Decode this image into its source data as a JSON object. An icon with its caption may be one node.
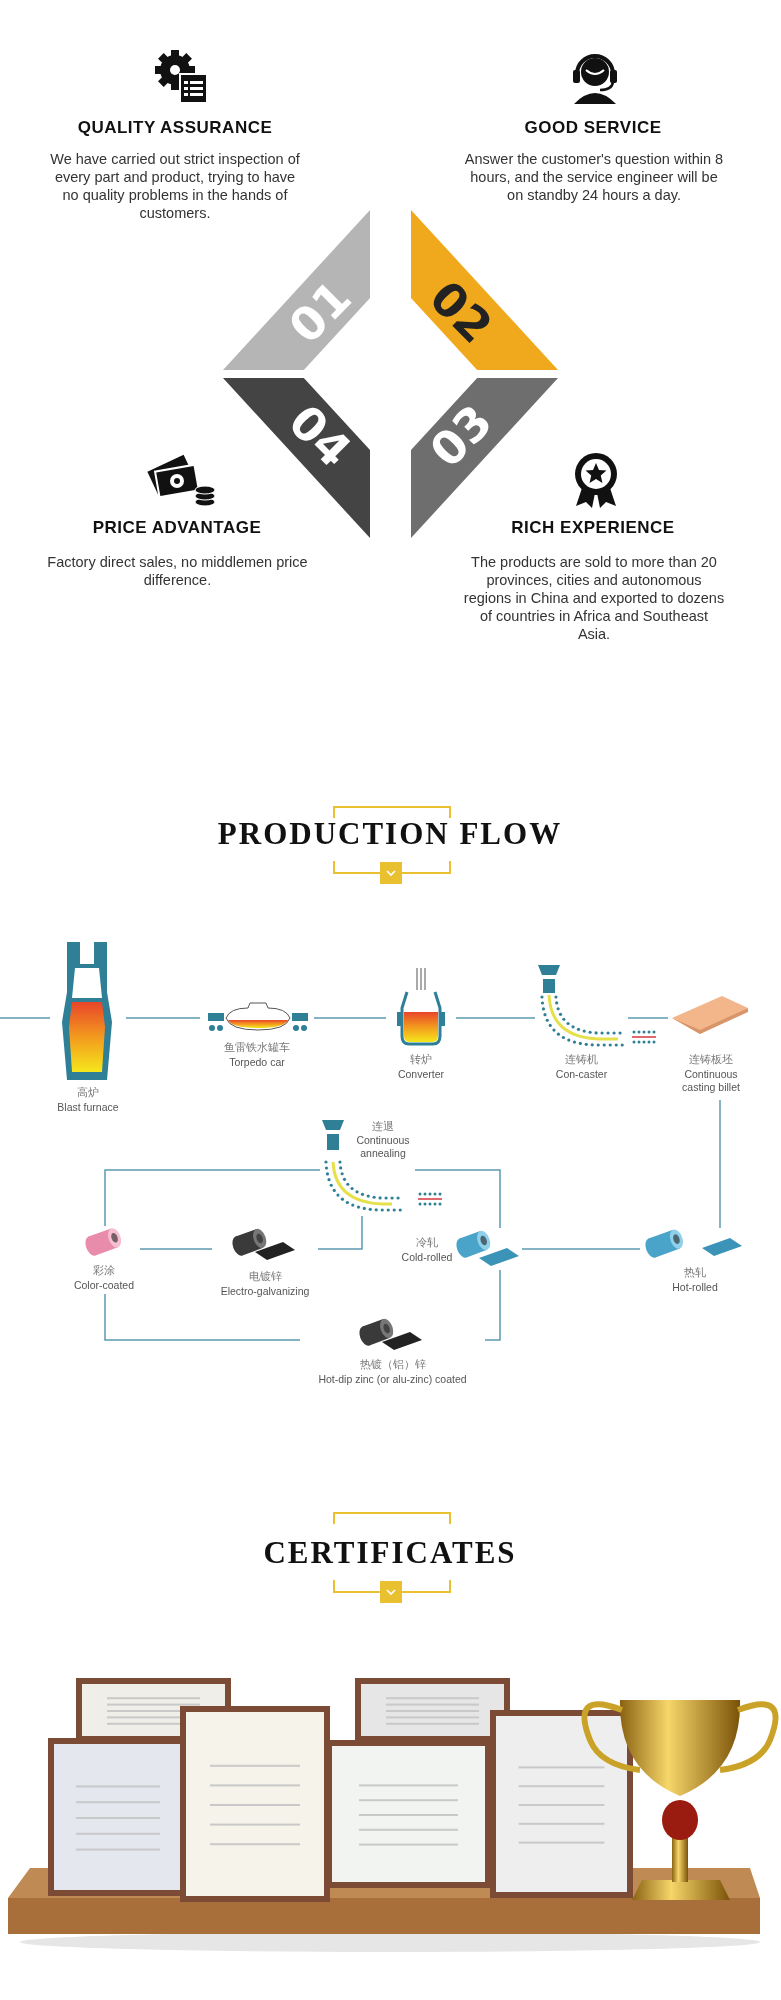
{
  "diagram": {
    "nodes": [
      {
        "text": [
          "01"
        ]
      },
      {
        "text": [
          "02"
        ]
      },
      {
        "text": [
          "04"
        ]
      },
      {
        "text": [
          "03"
        ]
      },
      {
        "text": [
          "高炉",
          "Blast furnace"
        ]
      },
      {
        "text": [
          "鱼雷铁水罐车",
          "Torpedo car"
        ]
      },
      {
        "text": [
          "转炉",
          "Converter"
        ]
      },
      {
        "text": [
          "连铸机",
          "Con-caster"
        ]
      },
      {
        "text": [
          "连铸板坯",
          "Continuous casting billet"
        ]
      },
      {
        "text": [
          "连退",
          "Continuous annealing"
        ]
      },
      {
        "text": [
          "彩涂",
          "Color-coated"
        ]
      },
      {
        "text": [
          "电镀锌",
          "Electro-galvanizing"
        ]
      },
      {
        "text": [
          "冷轧",
          "Cold-rolled"
        ]
      },
      {
        "text": [
          "热轧",
          "Hot-rolled"
        ]
      },
      {
        "text": [
          "热镀（铝）锌",
          "Hot-dip zinc (or alu-zinc) coated"
        ]
      }
    ],
    "edges": [
      {
        "from": null,
        "to": 4,
        "arrow": "none"
      },
      {
        "from": 4,
        "to": 5,
        "arrow": "none"
      },
      {
        "from": 5,
        "to": 6,
        "arrow": "none"
      },
      {
        "from": 6,
        "to": 7,
        "arrow": "none"
      },
      {
        "from": 7,
        "to": 8,
        "arrow": "none"
      },
      {
        "from": 8,
        "to": 13,
        "arrow": "none"
      },
      {
        "from": 13,
        "to": 12,
        "arrow": "none"
      },
      {
        "from": 12,
        "to": 9,
        "arrow": "none"
      },
      {
        "from": 9,
        "to": 10,
        "arrow": "none"
      },
      {
        "from": 9,
        "to": 11,
        "arrow": "none"
      },
      {
        "from": 11,
        "to": 10,
        "arrow": "none"
      },
      {
        "from": 10,
        "to": 14,
        "arrow": "none"
      },
      {
        "from": 12,
        "to": 14,
        "arrow": "none"
      }
    ],
    "labels": [
      "QUALITY ASSURANCE",
      "We have carried out strict inspection of every part and product, trying to have no quality problems in the hands of customers.",
      "GOOD SERVICE",
      "Answer the customer's question within 8 hours, and the service engineer will be on standby 24 hours a day.",
      "PRICE ADVANTAGE",
      "Factory direct sales, no middlemen price difference.",
      "RICH EXPERIENCE",
      "The products are sold to more than 20 provinces, cities and autonomous regions in China and exported to dozens of countries in Africa and Southeast Asia.",
      "PRODUCTION FLOW",
      "CERTIFICATES"
    ]
  }
}
